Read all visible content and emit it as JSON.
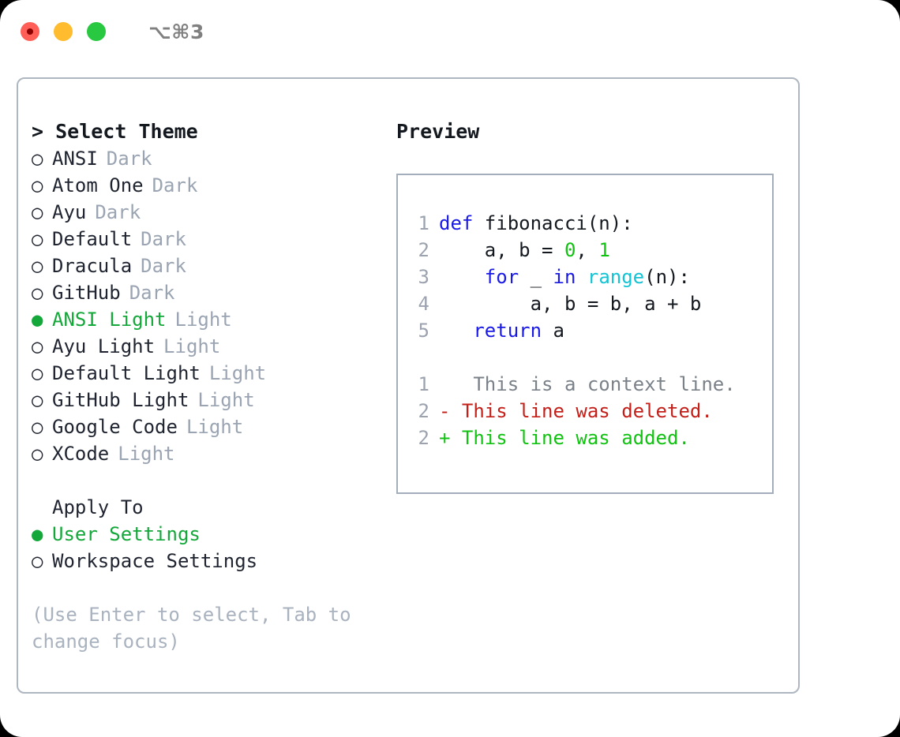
{
  "titlebar": {
    "lights": [
      "close-red",
      "minimize-yellow",
      "zoom-green"
    ],
    "shortcut": "⌥⌘3"
  },
  "left": {
    "heading": "> Select Theme",
    "themes": [
      {
        "bullet": "○",
        "name": "ANSI",
        "suffix": "Dark",
        "selected": false
      },
      {
        "bullet": "○",
        "name": "Atom One",
        "suffix": "Dark",
        "selected": false
      },
      {
        "bullet": "○",
        "name": "Ayu",
        "suffix": "Dark",
        "selected": false
      },
      {
        "bullet": "○",
        "name": "Default",
        "suffix": "Dark",
        "selected": false
      },
      {
        "bullet": "○",
        "name": "Dracula",
        "suffix": "Dark",
        "selected": false
      },
      {
        "bullet": "○",
        "name": "GitHub",
        "suffix": "Dark",
        "selected": false
      },
      {
        "bullet": "●",
        "name": "ANSI Light",
        "suffix": "Light",
        "selected": true
      },
      {
        "bullet": "○",
        "name": "Ayu Light",
        "suffix": "Light",
        "selected": false
      },
      {
        "bullet": "○",
        "name": "Default Light",
        "suffix": "Light",
        "selected": false
      },
      {
        "bullet": "○",
        "name": "GitHub Light",
        "suffix": "Light",
        "selected": false
      },
      {
        "bullet": "○",
        "name": "Google Code",
        "suffix": "Light",
        "selected": false
      },
      {
        "bullet": "○",
        "name": "XCode",
        "suffix": "Light",
        "selected": false
      }
    ],
    "apply_to_title": "Apply To",
    "apply_to": [
      {
        "bullet": "●",
        "name": "User Settings",
        "selected": true
      },
      {
        "bullet": "○",
        "name": "Workspace Settings",
        "selected": false
      }
    ],
    "hint": "(Use Enter to select, Tab to change focus)"
  },
  "right": {
    "title": "Preview",
    "code": [
      {
        "no": "1",
        "tokens": [
          {
            "t": "def",
            "c": "kw"
          },
          {
            "t": " fibonacci(n):",
            "c": "plain"
          }
        ]
      },
      {
        "no": "2",
        "tokens": [
          {
            "t": "    a, b = ",
            "c": "plain"
          },
          {
            "t": "0",
            "c": "num"
          },
          {
            "t": ", ",
            "c": "plain"
          },
          {
            "t": "1",
            "c": "num"
          }
        ]
      },
      {
        "no": "3",
        "tokens": [
          {
            "t": "    ",
            "c": "plain"
          },
          {
            "t": "for",
            "c": "kw"
          },
          {
            "t": " _ ",
            "c": "plain"
          },
          {
            "t": "in",
            "c": "kw"
          },
          {
            "t": " ",
            "c": "plain"
          },
          {
            "t": "range",
            "c": "builtin"
          },
          {
            "t": "(n):",
            "c": "plain"
          }
        ]
      },
      {
        "no": "4",
        "tokens": [
          {
            "t": "        a, b = b, a + b",
            "c": "plain"
          }
        ]
      },
      {
        "no": "5",
        "tokens": [
          {
            "t": "   ",
            "c": "plain"
          },
          {
            "t": "return",
            "c": "kw"
          },
          {
            "t": " a",
            "c": "plain"
          }
        ]
      }
    ],
    "diff": [
      {
        "no": "1",
        "marker": " ",
        "text": "  This is a context line.",
        "kind": "ctx"
      },
      {
        "no": "2",
        "marker": "-",
        "text": " This line was deleted.",
        "kind": "del"
      },
      {
        "no": "2",
        "marker": "+",
        "text": " This line was added.",
        "kind": "add"
      }
    ]
  },
  "colors": {
    "accent_green": "#14a83a",
    "keyword_blue": "#1a1ae6",
    "builtin_cyan": "#12c4d4",
    "number_green": "#12c212",
    "diff_del_red": "#c4201a",
    "diff_add_green": "#12c212",
    "muted_gray": "#9aa4b2",
    "border_gray": "#aeb6c2"
  }
}
